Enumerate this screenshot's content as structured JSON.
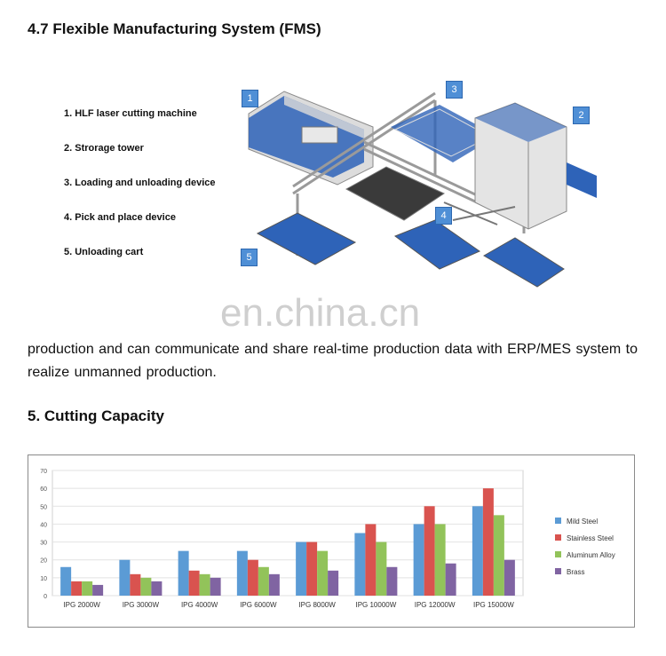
{
  "sections": {
    "fms_heading": "4.7 Flexible Manufacturing System (FMS)",
    "capacity_heading": "5. Cutting Capacity"
  },
  "components": [
    "1. HLF laser cutting machine",
    "2. Strorage tower",
    "3. Loading and unloading device",
    "4. Pick and place device",
    "5. Unloading cart"
  ],
  "callouts": [
    "1",
    "2",
    "3",
    "4",
    "5"
  ],
  "watermark": "en.china.cn",
  "paragraph": "production and can communicate and share real-time production data with  ERP/MES system to realize unmanned production.",
  "colors": {
    "machine_blue": "#2e63b8",
    "frame_gray": "#d9d9d9",
    "callout_blue": "#4f8fd6"
  },
  "chart_data": {
    "type": "bar",
    "categories": [
      "IPG 2000W",
      "IPG 3000W",
      "IPG 4000W",
      "IPG 6000W",
      "IPG 8000W",
      "IPG 10000W",
      "IPG 12000W",
      "IPG 15000W"
    ],
    "series": [
      {
        "name": "Mild Steel",
        "color": "#5b9bd5",
        "values": [
          16,
          20,
          25,
          25,
          30,
          35,
          40,
          50
        ]
      },
      {
        "name": "Stainless Steel",
        "color": "#d9534f",
        "values": [
          8,
          12,
          14,
          20,
          30,
          40,
          50,
          60
        ]
      },
      {
        "name": "Aluminum Alloy",
        "color": "#92c35a",
        "values": [
          8,
          10,
          12,
          16,
          25,
          30,
          40,
          45
        ]
      },
      {
        "name": "Brass",
        "color": "#8064a2",
        "values": [
          6,
          8,
          10,
          12,
          14,
          16,
          18,
          20
        ]
      }
    ],
    "yticks": [
      0,
      10,
      20,
      30,
      40,
      50,
      60,
      70
    ],
    "ylim": [
      0,
      70
    ],
    "grid": true,
    "legend_position": "right"
  }
}
